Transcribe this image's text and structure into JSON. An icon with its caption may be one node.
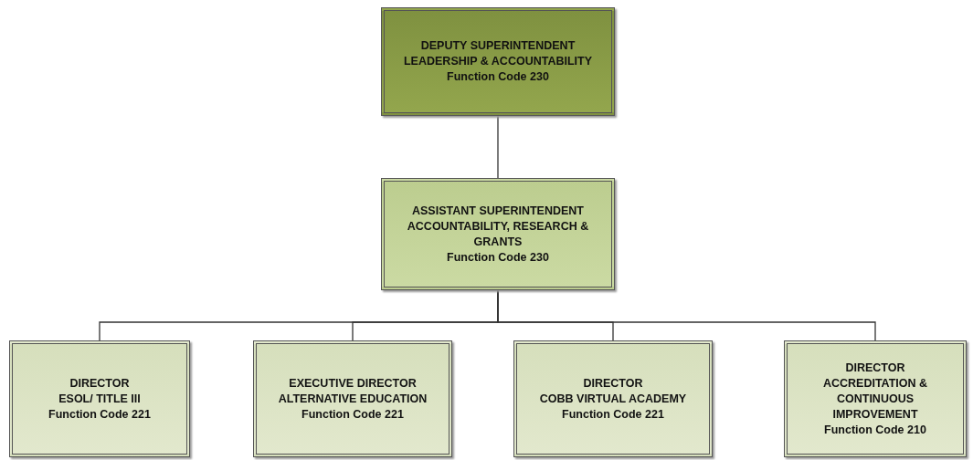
{
  "diagram": {
    "nodes": [
      {
        "text": [
          "DEPUTY SUPERINTENDENT",
          "LEADERSHIP & ACCOUNTABILITY",
          "Function Code 230"
        ]
      },
      {
        "text": [
          "ASSISTANT SUPERINTENDENT",
          "ACCOUNTABILITY, RESEARCH & GRANTS",
          "Function Code 230"
        ]
      },
      {
        "text": [
          "DIRECTOR",
          "ESOL/ TITLE III",
          "Function Code 221"
        ]
      },
      {
        "text": [
          "EXECUTIVE DIRECTOR",
          "ALTERNATIVE EDUCATION",
          "Function Code 221"
        ]
      },
      {
        "text": [
          "DIRECTOR",
          "COBB VIRTUAL ACADEMY",
          "Function Code 221"
        ]
      },
      {
        "text": [
          "DIRECTOR",
          "ACCREDITATION & CONTINUOUS IMPROVEMENT",
          "Function Code 210"
        ]
      }
    ],
    "edges": [
      {
        "from": 0,
        "to": 1,
        "arrow": "none"
      },
      {
        "from": 1,
        "to": 2,
        "arrow": "none"
      },
      {
        "from": 1,
        "to": 3,
        "arrow": "none"
      },
      {
        "from": 1,
        "to": 4,
        "arrow": "none"
      },
      {
        "from": 1,
        "to": 5,
        "arrow": "none"
      }
    ]
  }
}
